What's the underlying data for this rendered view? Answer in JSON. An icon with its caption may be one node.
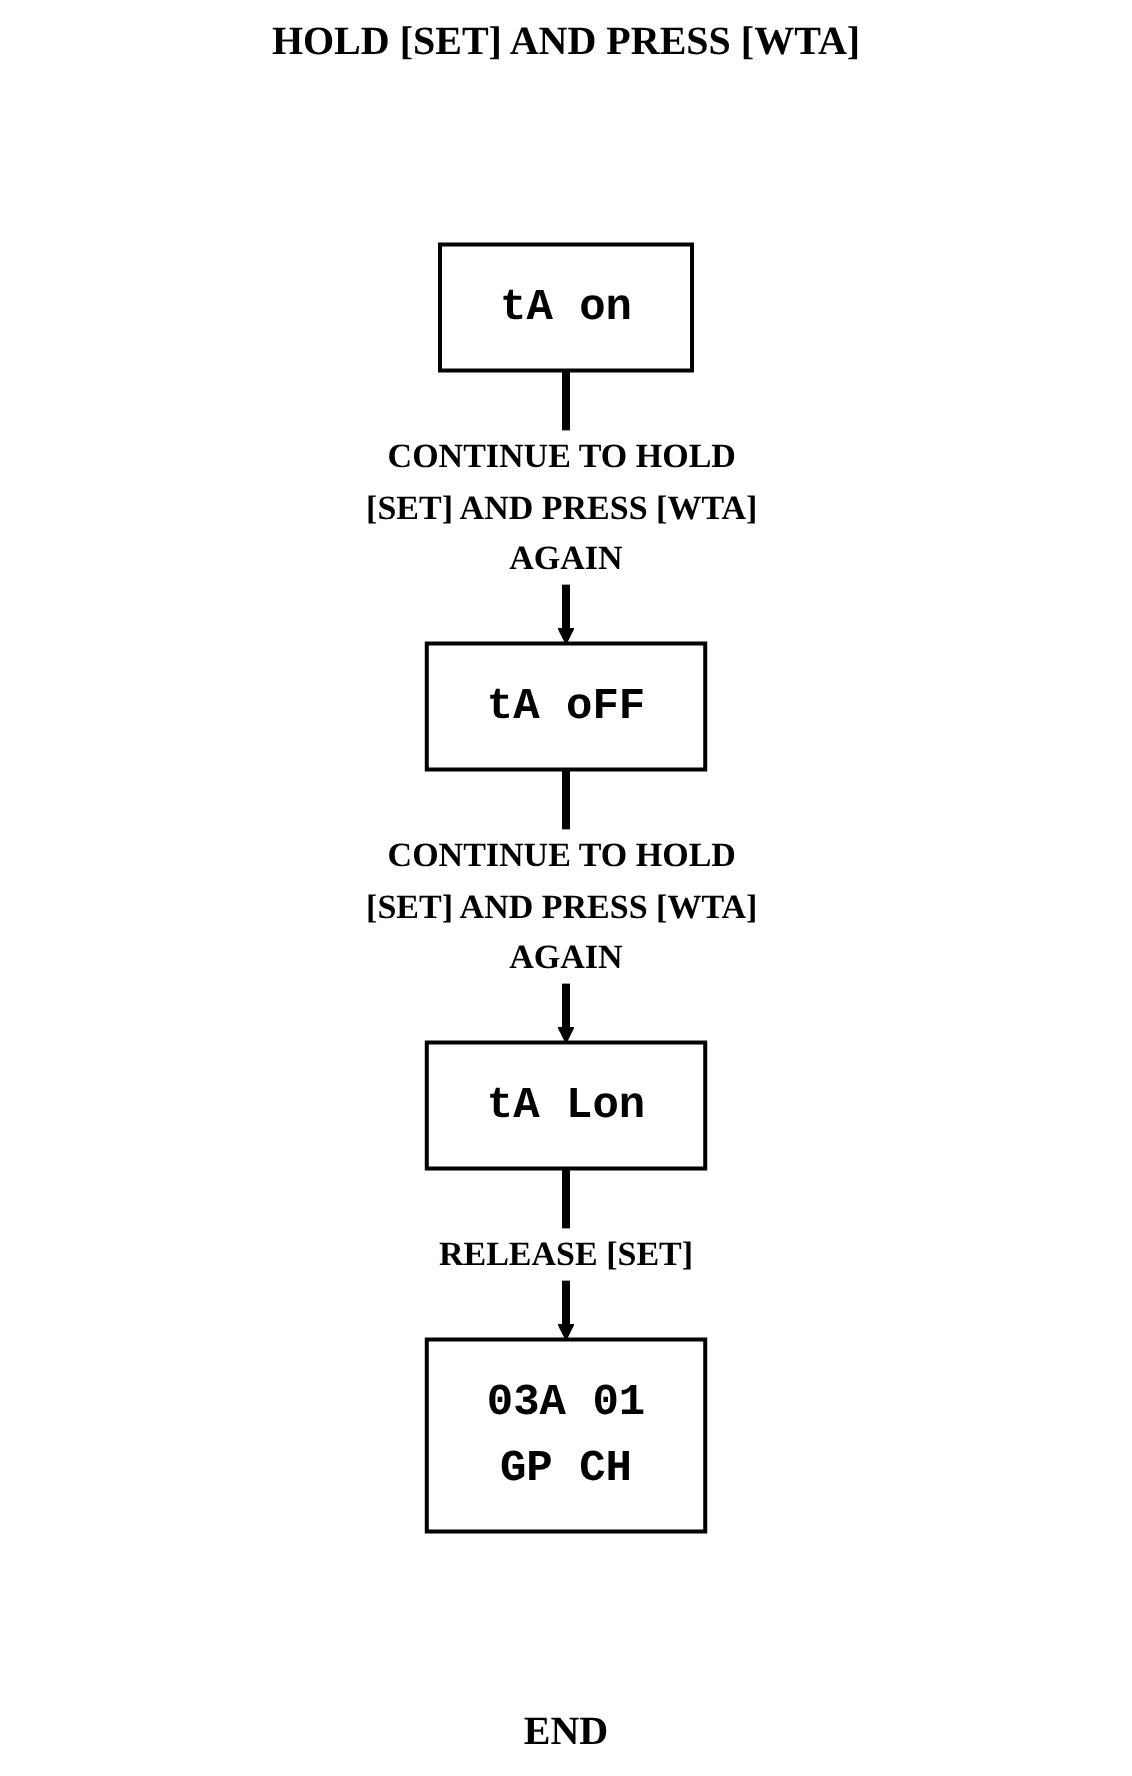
{
  "diagram": {
    "nodes": [
      {
        "text": [
          "tA on"
        ]
      },
      {
        "text": [
          "tA oFF"
        ]
      },
      {
        "text": [
          "tA Lon"
        ]
      },
      {
        "text": [
          "03A 01",
          "GP CH"
        ]
      }
    ],
    "edges": [
      {
        "from": 0,
        "to": 1,
        "arrow": "to",
        "label": "CONTINUE TO HOLD [SET] AND PRESS [WTA] AGAIN"
      },
      {
        "from": 1,
        "to": 2,
        "arrow": "to",
        "label": "CONTINUE TO HOLD [SET] AND PRESS [WTA] AGAIN"
      },
      {
        "from": 2,
        "to": 3,
        "arrow": "to",
        "label": "RELEASE [SET]"
      }
    ],
    "labels": [
      "HOLD [SET] AND PRESS [WTA]",
      "END"
    ]
  }
}
